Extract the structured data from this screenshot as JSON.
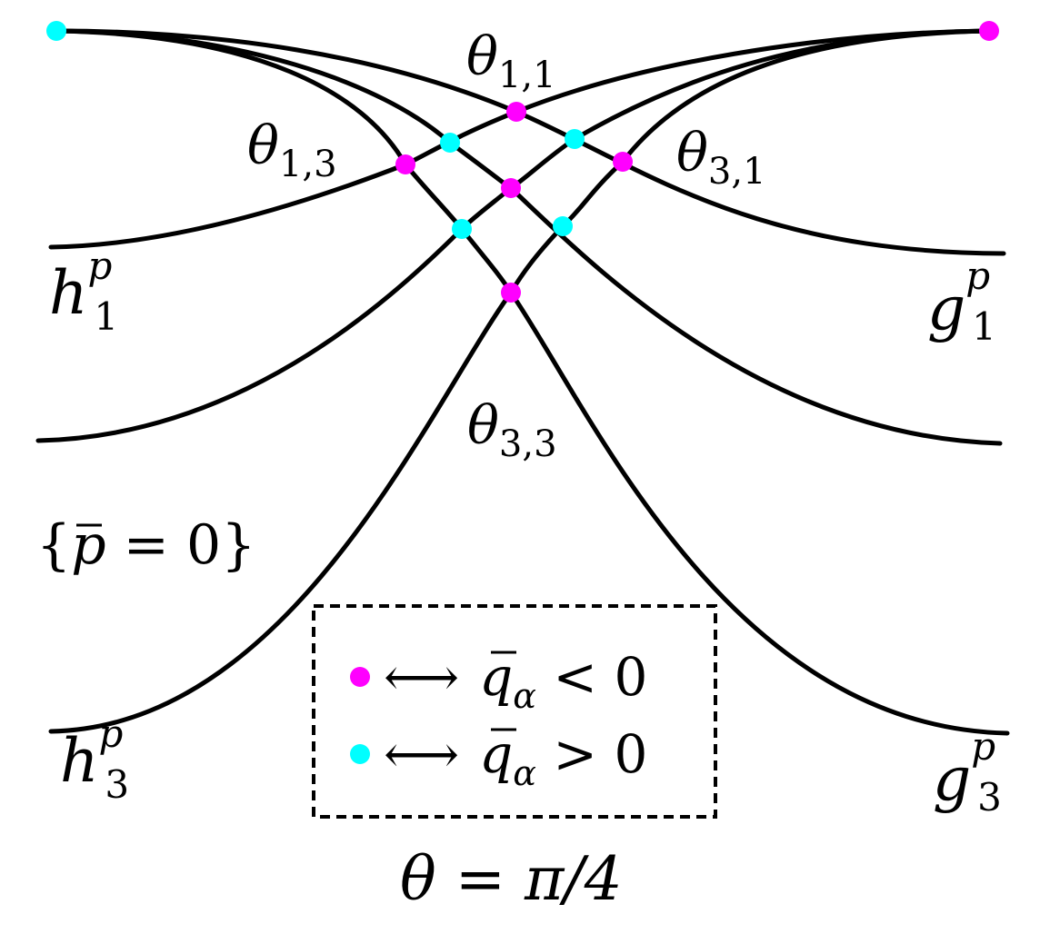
{
  "labels": {
    "theta11": {
      "base": "θ",
      "sub": "1,1"
    },
    "theta13": {
      "base": "θ",
      "sub": "1,3"
    },
    "theta31": {
      "base": "θ",
      "sub": "3,1"
    },
    "theta33": {
      "base": "θ",
      "sub": "3,3"
    },
    "h1": {
      "base": "h",
      "sup": "p",
      "sub": "1"
    },
    "h3": {
      "base": "h",
      "sup": "p",
      "sub": "3"
    },
    "g1": {
      "base": "g",
      "sup": "p",
      "sub": "1"
    },
    "g3": {
      "base": "g",
      "sup": "p",
      "sub": "3"
    },
    "pbar": {
      "open": "{",
      "var": "p",
      "rest": " = 0",
      "close": "}"
    },
    "caption": {
      "lhs": "θ",
      "eq": " = ",
      "rhs": "π/4"
    }
  },
  "legend": {
    "items": [
      {
        "color": "#ff00ff",
        "arrow": "⟷",
        "var": "q",
        "sub": "α",
        "rel": " < 0"
      },
      {
        "color": "#00ffff",
        "arrow": "⟷",
        "var": "q",
        "sub": "α",
        "rel": " > 0"
      }
    ]
  },
  "colors": {
    "magenta": "#ff00ff",
    "cyan": "#00ffff",
    "curve": "#000000"
  }
}
